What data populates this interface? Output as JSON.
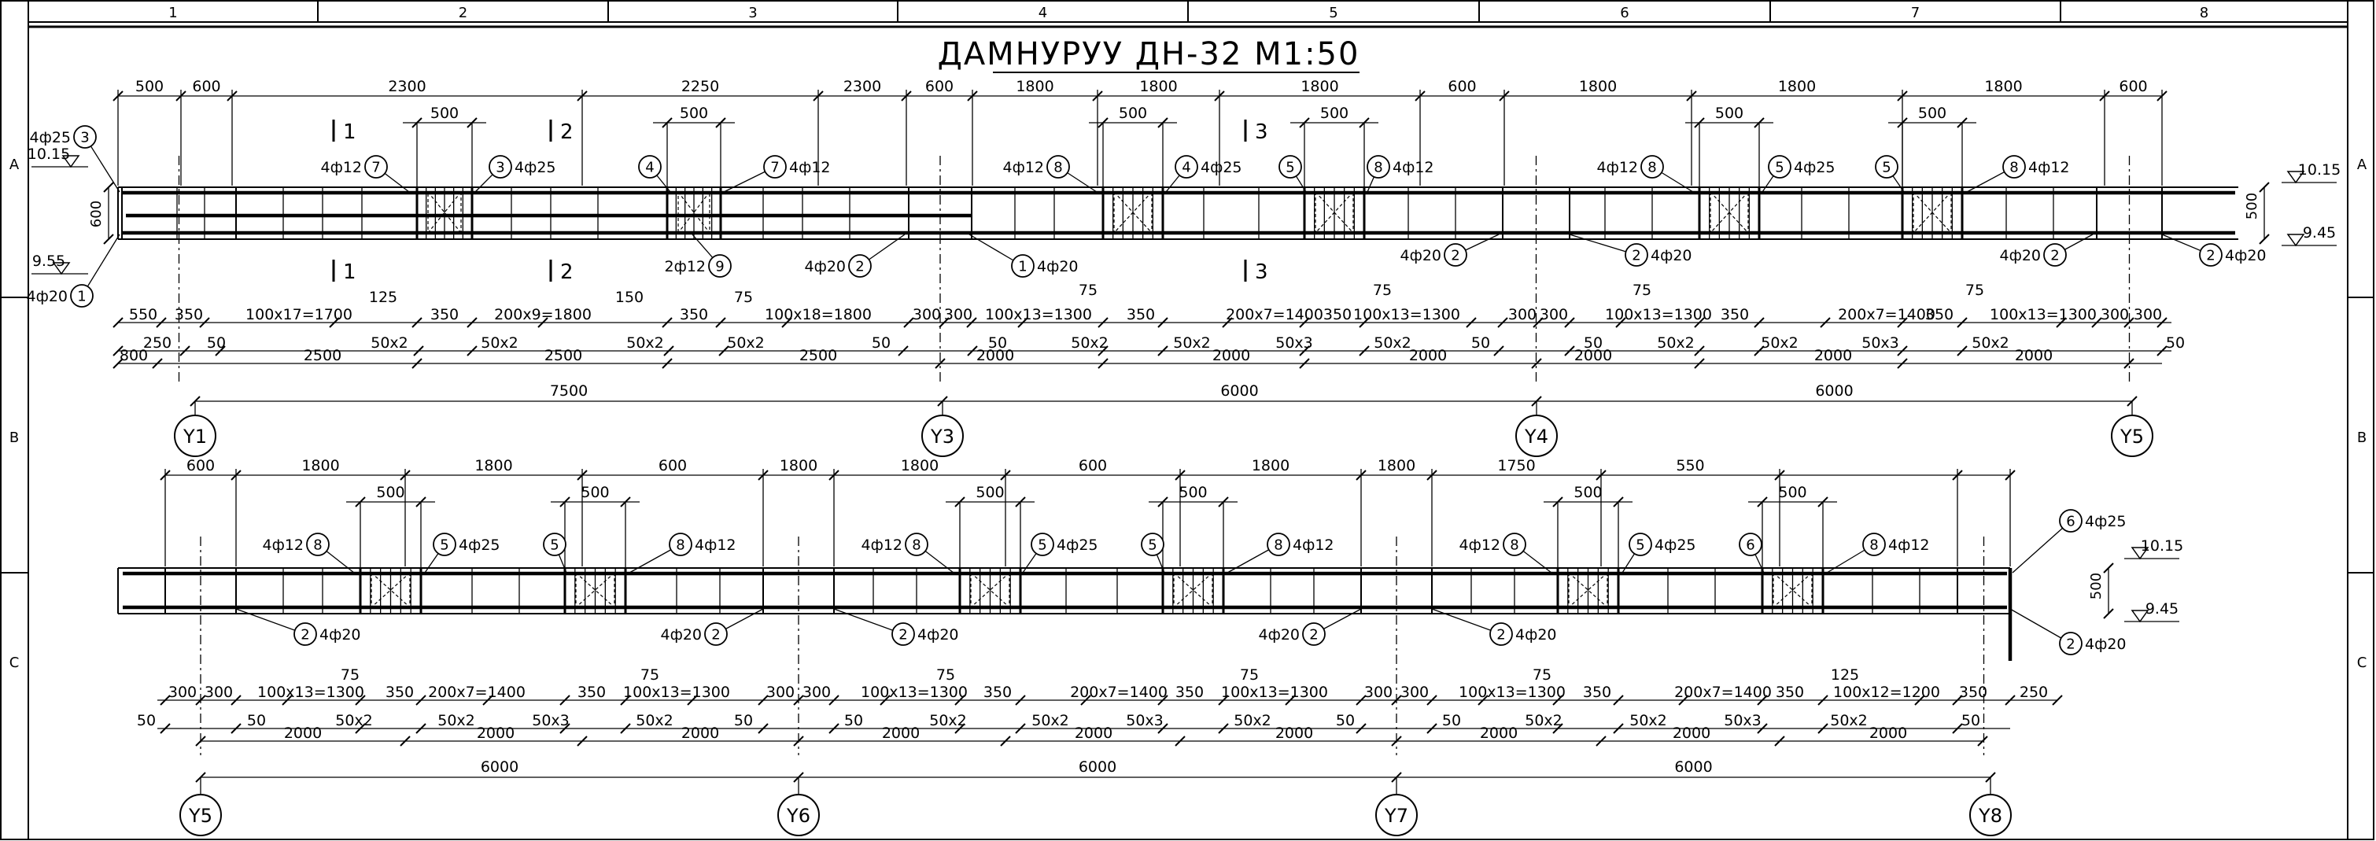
{
  "title": "ДАМНУРУУ ДН-32 М1:50",
  "border": {
    "col_labels": [
      "1",
      "2",
      "3",
      "4",
      "5",
      "6",
      "7",
      "8"
    ],
    "row_labels": [
      "A",
      "B",
      "C"
    ]
  },
  "beam1": {
    "top_dims": [
      "500",
      "600",
      "2300",
      "2250",
      "2300",
      "600",
      "1800",
      "1800",
      "1800",
      "600",
      "1800",
      "1800",
      "1800",
      "600"
    ],
    "zone_dims": [
      "500",
      "500",
      "500",
      "500",
      "500",
      "500"
    ],
    "section_marks": [
      "1",
      "2",
      "1",
      "2",
      "3",
      "3"
    ],
    "bars": [
      {
        "text": "4ф25",
        "num": "3"
      },
      {
        "text": "4ф12",
        "num": "7"
      },
      {
        "text": "4ф25",
        "num": "3"
      },
      {
        "text": "",
        "num": "4"
      },
      {
        "text": "4ф12",
        "num": "7"
      },
      {
        "text": "4ф12",
        "num": "8"
      },
      {
        "text": "4ф25",
        "num": "4"
      },
      {
        "text": "",
        "num": "5"
      },
      {
        "text": "4ф12",
        "num": "8"
      },
      {
        "text": "4ф12",
        "num": "8"
      },
      {
        "text": "4ф25",
        "num": "5"
      },
      {
        "text": "",
        "num": "5"
      },
      {
        "text": "4ф12",
        "num": "8"
      },
      {
        "text": "4ф20",
        "num": "1"
      },
      {
        "text": "2ф12",
        "num": "9"
      },
      {
        "text": "4ф20",
        "num": "2"
      },
      {
        "text": "4ф20",
        "num": "1"
      },
      {
        "text": "4ф20",
        "num": "2"
      },
      {
        "text": "4ф20",
        "num": "2"
      },
      {
        "text": "4ф20",
        "num": "2"
      },
      {
        "text": "4ф20",
        "num": "2"
      }
    ],
    "levels": [
      "10.15",
      "9.55",
      "10.15",
      "9.45"
    ],
    "height_dims": [
      "600",
      "500"
    ],
    "bottom_row1": [
      "550",
      "350",
      "100x17=1700",
      "125",
      "350",
      "200x9=1800",
      "150",
      "350",
      "75",
      "100x18=1800",
      "300",
      "300",
      "75",
      "100x13=1300",
      "350",
      "200x7=1400",
      "350",
      "75",
      "100x13=1300",
      "300",
      "300",
      "75",
      "100x13=1300",
      "350",
      "200x7=1400",
      "350",
      "75",
      "100x13=1300",
      "300",
      "300"
    ],
    "bottom_row2": [
      "250",
      "50",
      "50x2",
      "50x2",
      "50x2",
      "50x2",
      "50",
      "50",
      "50x2",
      "50x2",
      "50x3",
      "50x2",
      "50",
      "50",
      "50x2",
      "50x2",
      "50x3",
      "50x2",
      "50"
    ],
    "bottom_row3": [
      "800",
      "2500",
      "2500",
      "2500",
      "2000",
      "2000",
      "2000",
      "2000",
      "2000",
      "2000"
    ],
    "spans": [
      "7500",
      "6000",
      "6000"
    ],
    "axes": [
      "Y1",
      "Y3",
      "Y4",
      "Y5"
    ]
  },
  "beam2": {
    "top_dims": [
      "600",
      "1800",
      "1800",
      "600",
      "1800",
      "1800",
      "600",
      "1800",
      "1800",
      "1750",
      "550"
    ],
    "zone_dims": [
      "500",
      "500",
      "500",
      "500",
      "500",
      "500"
    ],
    "bars": [
      {
        "text": "4ф12",
        "num": "8"
      },
      {
        "text": "4ф25",
        "num": "5"
      },
      {
        "text": "",
        "num": "5"
      },
      {
        "text": "4ф12",
        "num": "8"
      },
      {
        "text": "4ф12",
        "num": "8"
      },
      {
        "text": "4ф25",
        "num": "5"
      },
      {
        "text": "",
        "num": "5"
      },
      {
        "text": "4ф12",
        "num": "8"
      },
      {
        "text": "4ф12",
        "num": "8"
      },
      {
        "text": "4ф25",
        "num": "5"
      },
      {
        "text": "",
        "num": "6"
      },
      {
        "text": "4ф12",
        "num": "8"
      },
      {
        "text": "4ф25",
        "num": "6"
      },
      {
        "text": "4ф20",
        "num": "2"
      },
      {
        "text": "4ф20",
        "num": "2"
      },
      {
        "text": "4ф20",
        "num": "2"
      },
      {
        "text": "4ф20",
        "num": "2"
      },
      {
        "text": "4ф20",
        "num": "2"
      },
      {
        "text": "4ф20",
        "num": "2"
      }
    ],
    "levels": [
      "10.15",
      "9.45"
    ],
    "height_dims": [
      "500"
    ],
    "bottom_row1": [
      "300",
      "300",
      "75",
      "100x13=1300",
      "350",
      "200x7=1400",
      "350",
      "75",
      "100x13=1300",
      "300",
      "300",
      "75",
      "100x13=1300",
      "350",
      "200x7=1400",
      "350",
      "75",
      "100x13=1300",
      "300",
      "300",
      "75",
      "100x13=1300",
      "350",
      "200x7=1400",
      "350",
      "125",
      "100x12=1200",
      "350",
      "250"
    ],
    "bottom_row2": [
      "50",
      "50",
      "50x2",
      "50x2",
      "50x3",
      "50x2",
      "50",
      "50",
      "50x2",
      "50x2",
      "50x3",
      "50x2",
      "50",
      "50",
      "50x2",
      "50x2",
      "50x3",
      "50x2",
      "50"
    ],
    "bottom_row3": [
      "2000",
      "2000",
      "2000",
      "2000",
      "2000",
      "2000",
      "2000",
      "2000",
      "2000"
    ],
    "spans": [
      "6000",
      "6000",
      "6000"
    ],
    "axes": [
      "Y5",
      "Y6",
      "Y7",
      "Y8"
    ]
  }
}
